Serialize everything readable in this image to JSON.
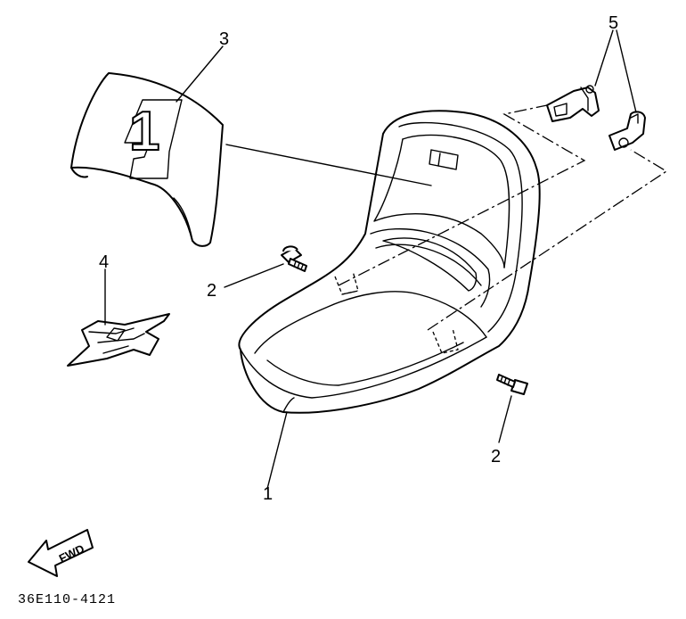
{
  "callouts": {
    "seat": "1",
    "bolt_left": "2",
    "bolt_right": "2",
    "seat_cover": "3",
    "emblem": "4",
    "brackets": "5"
  },
  "cover_graphic_numeral": "1",
  "direction_arrow_label": "FWD",
  "drawing_code": "36E110-4121",
  "colors": {
    "line": "#000000",
    "background": "#ffffff"
  }
}
